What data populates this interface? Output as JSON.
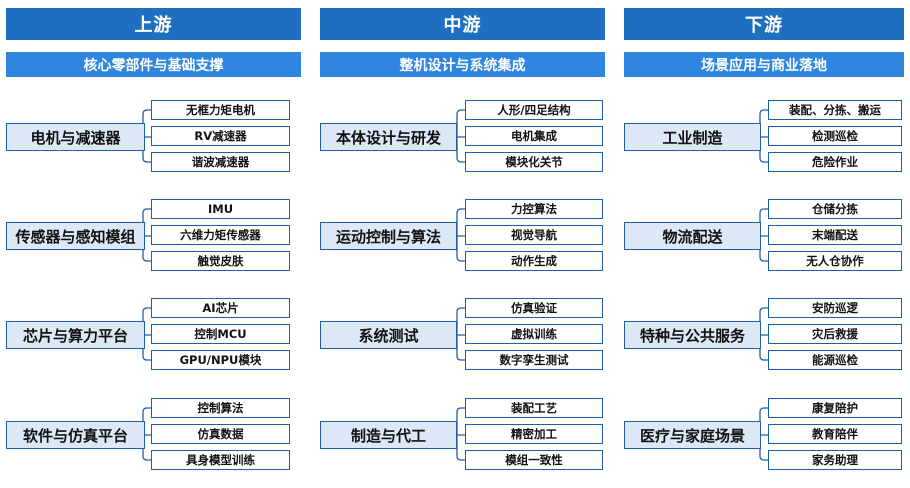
{
  "columns": [
    {
      "title": "上游",
      "subtitle": "核心零部件与基础支撑",
      "groups": [
        {
          "label": "电机与减速器",
          "items": [
            "无框力矩电机",
            "RV减速器",
            "谐波减速器"
          ]
        },
        {
          "label": "传感器与感知模组",
          "items": [
            "IMU",
            "六维力矩传感器",
            "触觉皮肤"
          ]
        },
        {
          "label": "芯片与算力平台",
          "items": [
            "AI芯片",
            "控制MCU",
            "GPU/NPU模块"
          ]
        },
        {
          "label": "软件与仿真平台",
          "items": [
            "控制算法",
            "仿真数据",
            "具身模型训练"
          ]
        }
      ]
    },
    {
      "title": "中游",
      "subtitle": "整机设计与系统集成",
      "groups": [
        {
          "label": "本体设计与研发",
          "items": [
            "人形/四足结构",
            "电机集成",
            "模块化关节"
          ]
        },
        {
          "label": "运动控制与算法",
          "items": [
            "力控算法",
            "视觉导航",
            "动作生成"
          ]
        },
        {
          "label": "系统测试",
          "items": [
            "仿真验证",
            "虚拟训练",
            "数字孪生测试"
          ]
        },
        {
          "label": "制造与代工",
          "items": [
            "装配工艺",
            "精密加工",
            "模组一致性"
          ]
        }
      ]
    },
    {
      "title": "下游",
      "subtitle": "场景应用与商业落地",
      "groups": [
        {
          "label": "工业制造",
          "items": [
            "装配、分拣、搬运",
            "检测巡检",
            "危险作业"
          ]
        },
        {
          "label": "物流配送",
          "items": [
            "仓储分拣",
            "末端配送",
            "无人仓协作"
          ]
        },
        {
          "label": "特种与公共服务",
          "items": [
            "安防巡逻",
            "灾后救援",
            "能源巡检"
          ]
        },
        {
          "label": "医疗与家庭场景",
          "items": [
            "康复陪护",
            "教育陪伴",
            "家务助理"
          ]
        }
      ]
    }
  ],
  "colors": {
    "header": "#1f6fc1",
    "subheader": "#2e86de",
    "main_fill": "#dce8f6",
    "border": "#1f5fa8"
  }
}
